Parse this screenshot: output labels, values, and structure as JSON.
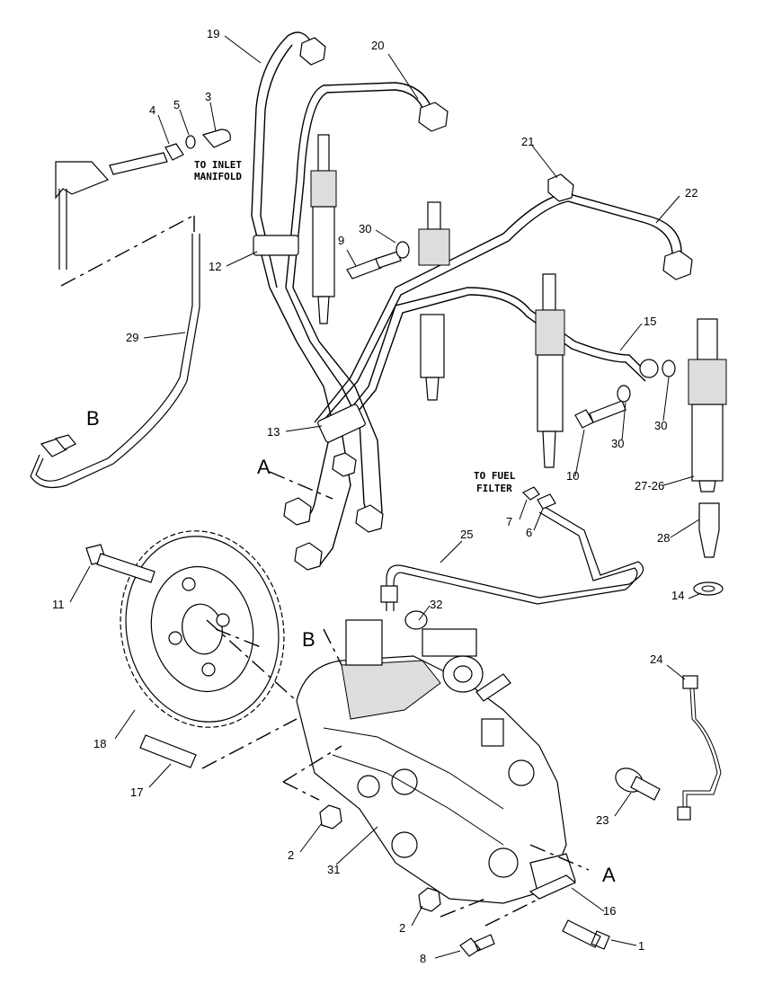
{
  "notes": {
    "inlet_line1": "TO INLET",
    "inlet_line2": "MANIFOLD",
    "fuel_line1": "TO FUEL",
    "fuel_line2": "FILTER"
  },
  "reference_letters": {
    "a_upper": "A",
    "a_lower": "A",
    "b_upper": "B",
    "b_lower": "B"
  },
  "callouts": [
    "19",
    "20",
    "4",
    "5",
    "3",
    "21",
    "22",
    "9",
    "30",
    "12",
    "15",
    "29",
    "30",
    "30",
    "13",
    "10",
    "27-26",
    "7",
    "6",
    "28",
    "25",
    "11",
    "32",
    "14",
    "24",
    "18",
    "17",
    "23",
    "2",
    "31",
    "16",
    "2",
    "1",
    "8"
  ]
}
